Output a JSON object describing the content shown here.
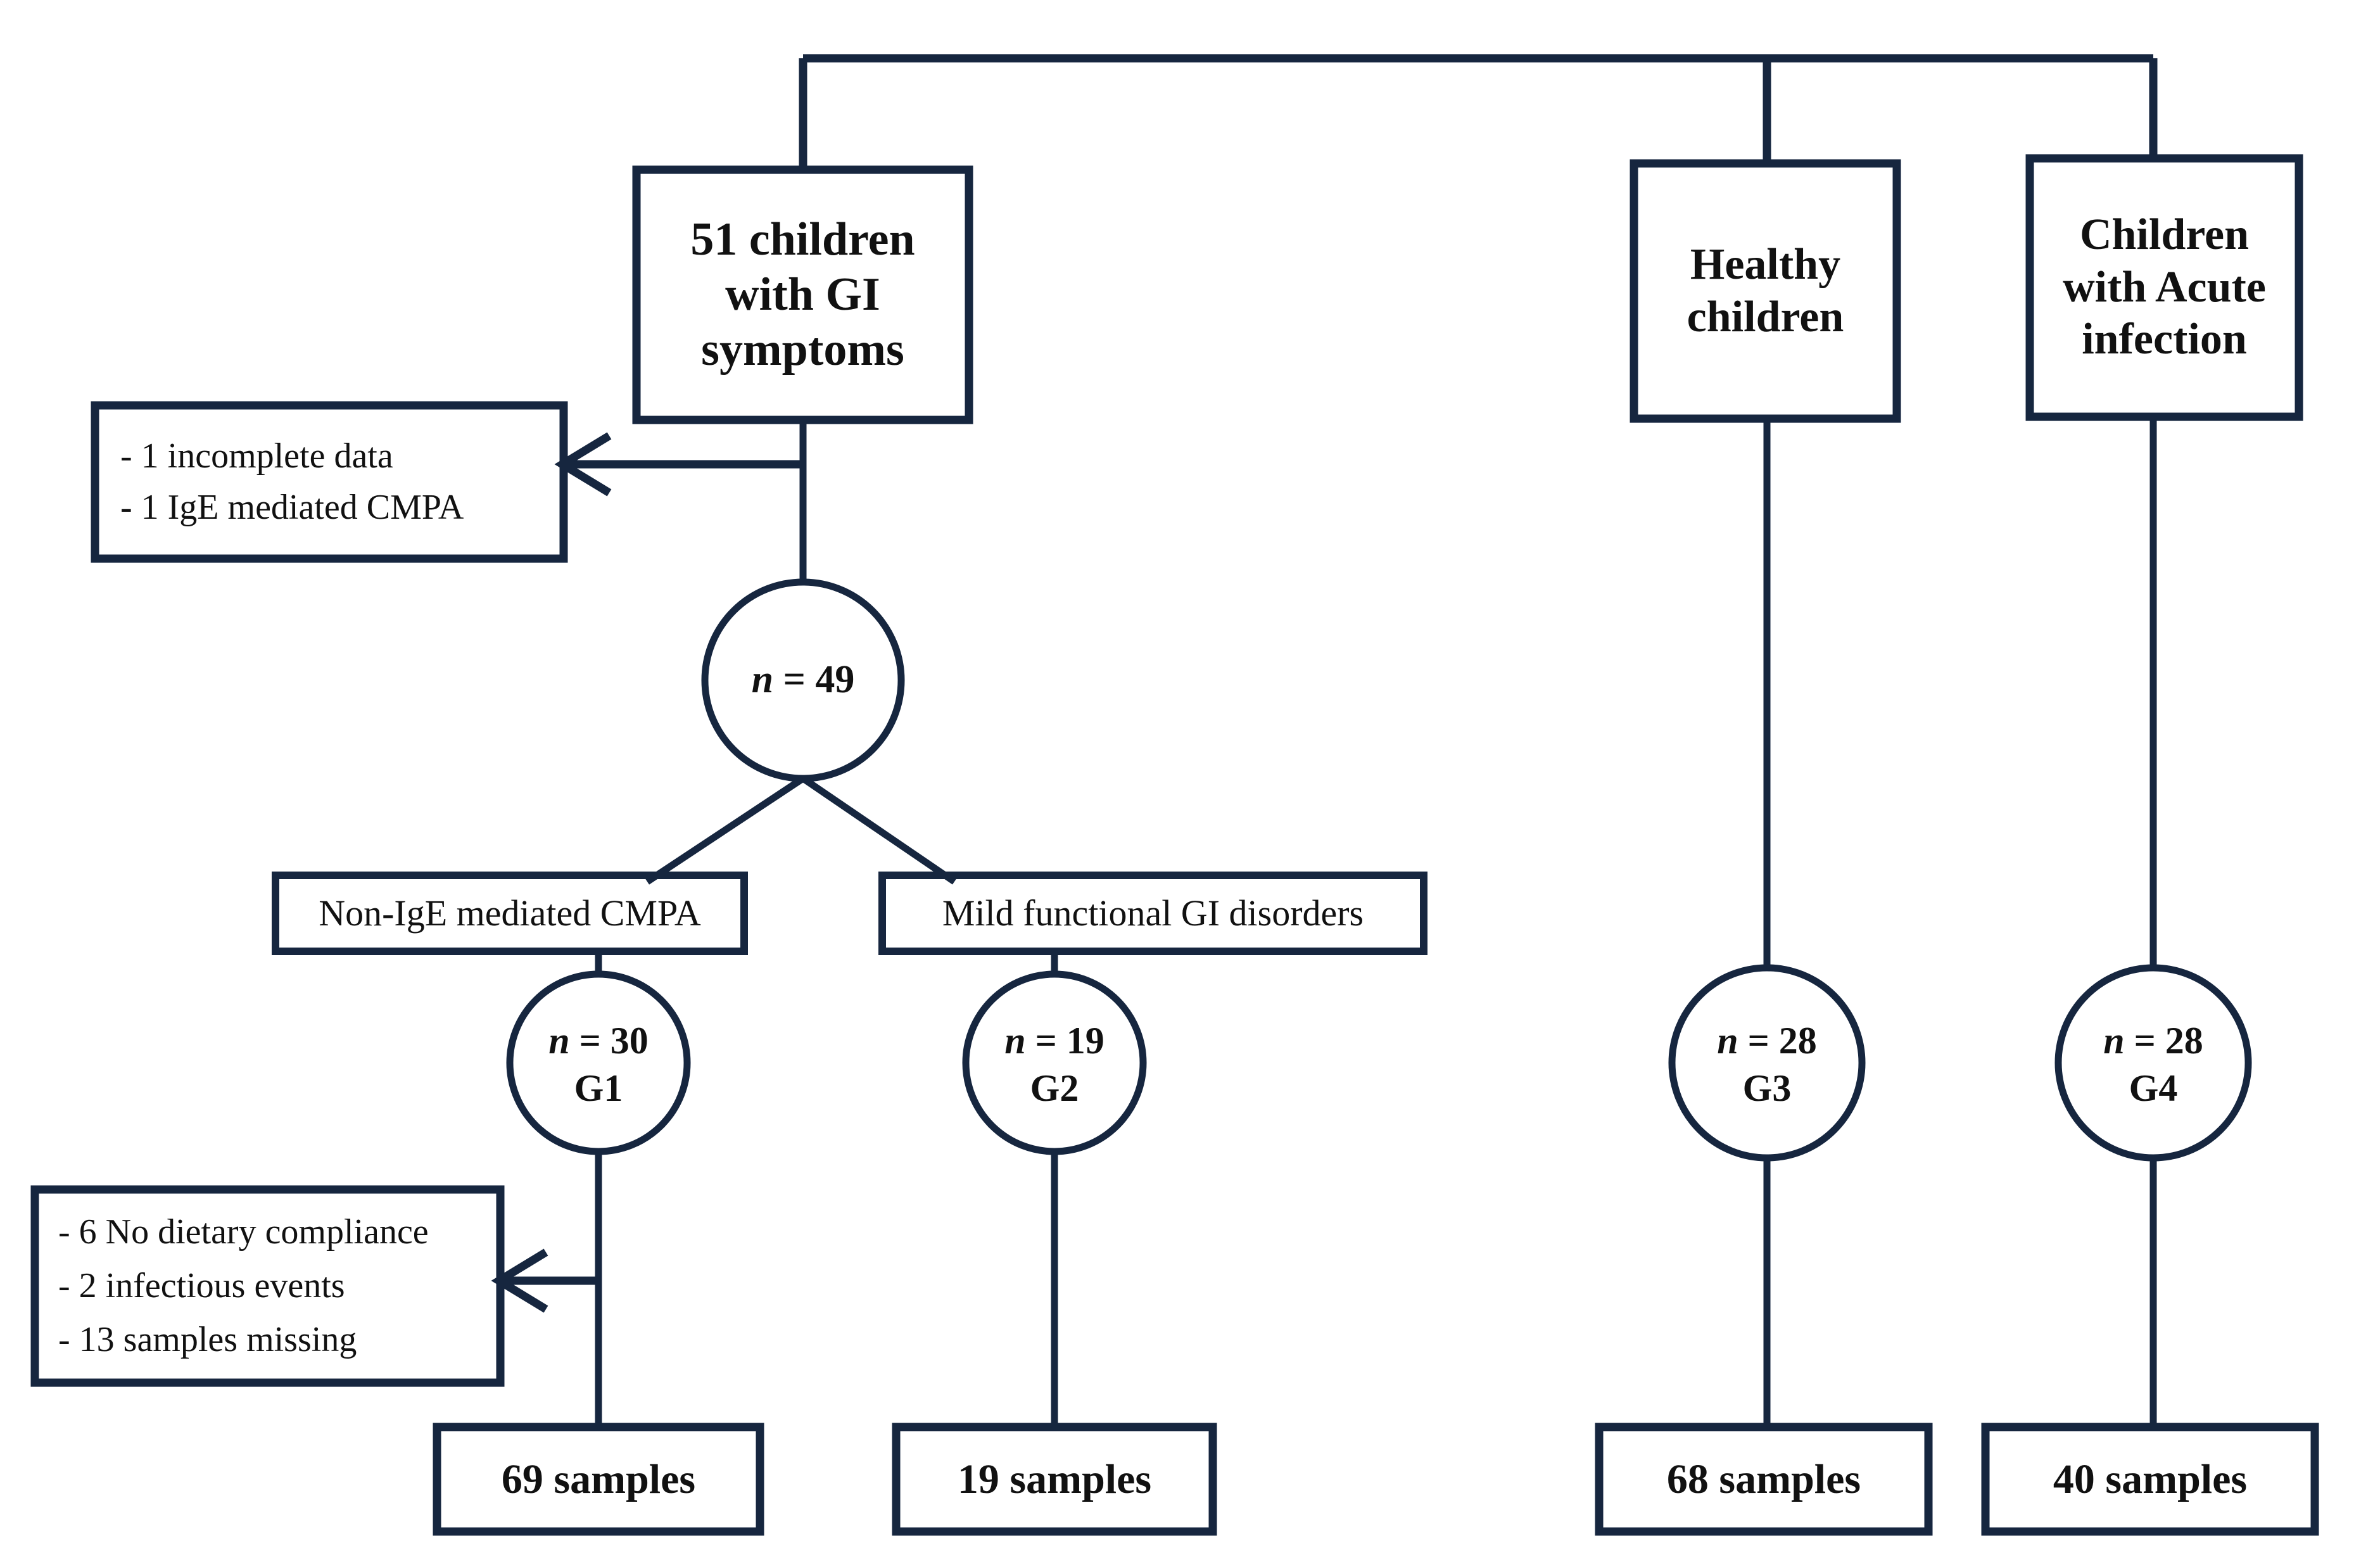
{
  "diagram": {
    "title": "Study population flow diagram",
    "type": "flowchart",
    "stroke_color": "#16263f",
    "background": "#ffffff",
    "text_color": "#111111"
  },
  "nodes": {
    "gi_symptoms": {
      "label_lines": [
        "51 children",
        "with GI",
        "symptoms"
      ],
      "shape": "box",
      "emphasis": "bold"
    },
    "healthy_children": {
      "label_lines": [
        "Healthy",
        "children"
      ],
      "shape": "box",
      "emphasis": "bold"
    },
    "acute_infection": {
      "label_lines": [
        "Children",
        "with Acute",
        "infection"
      ],
      "shape": "box",
      "emphasis": "bold"
    },
    "exclusion_top": {
      "label_lines": [
        "- 1 incomplete data",
        "- 1 IgE mediated CMPA"
      ],
      "shape": "box",
      "emphasis": "regular"
    },
    "exclusion_bottom": {
      "label_lines": [
        "- 6 No dietary compliance",
        "- 2 infectious events",
        "- 13 samples missing"
      ],
      "shape": "box",
      "emphasis": "regular"
    },
    "cohort_n49": {
      "label_lines": [
        "n = 49"
      ],
      "n_value": 49,
      "shape": "circle",
      "emphasis": "bold"
    },
    "non_ige_cmpa": {
      "label_lines": [
        "Non-IgE mediated CMPA"
      ],
      "shape": "box",
      "emphasis": "regular"
    },
    "mild_functional": {
      "label_lines": [
        "Mild functional GI disorders"
      ],
      "shape": "box",
      "emphasis": "regular"
    },
    "group_g1": {
      "label_lines": [
        "n = 30",
        "G1"
      ],
      "n_value": 30,
      "group": "G1",
      "shape": "circle",
      "emphasis": "bold"
    },
    "group_g2": {
      "label_lines": [
        "n = 19",
        "G2"
      ],
      "n_value": 19,
      "group": "G2",
      "shape": "circle",
      "emphasis": "bold"
    },
    "group_g3": {
      "label_lines": [
        "n = 28",
        "G3"
      ],
      "n_value": 28,
      "group": "G3",
      "shape": "circle",
      "emphasis": "bold"
    },
    "group_g4": {
      "label_lines": [
        "n = 28",
        "G4"
      ],
      "n_value": 28,
      "group": "G4",
      "shape": "circle",
      "emphasis": "bold"
    },
    "samples_g1": {
      "label_lines": [
        "69 samples"
      ],
      "count": 69,
      "shape": "box",
      "emphasis": "bold"
    },
    "samples_g2": {
      "label_lines": [
        "19 samples"
      ],
      "count": 19,
      "shape": "box",
      "emphasis": "bold"
    },
    "samples_g3": {
      "label_lines": [
        "68 samples"
      ],
      "count": 68,
      "shape": "box",
      "emphasis": "bold"
    },
    "samples_g4": {
      "label_lines": [
        "40 samples"
      ],
      "count": 40,
      "shape": "box",
      "emphasis": "bold"
    }
  },
  "text": {
    "gi_l1": "51 children",
    "gi_l2": "with GI",
    "gi_l3": "symptoms",
    "healthy_l1": "Healthy",
    "healthy_l2": "children",
    "acute_l1": "Children",
    "acute_l2": "with Acute",
    "acute_l3": "infection",
    "excl_top_l1": "- 1 incomplete data",
    "excl_top_l2": "- 1 IgE mediated CMPA",
    "excl_bot_l1": "- 6 No dietary compliance",
    "excl_bot_l2": "- 2 infectious events",
    "excl_bot_l3": "- 13 samples missing",
    "n49_eq": "= 49",
    "non_ige": "Non-IgE mediated CMPA",
    "mild_func": "Mild functional GI disorders",
    "g1_eq": "= 30",
    "g1_label": "G1",
    "g2_eq": "= 19",
    "g2_label": "G2",
    "g3_eq": "= 28",
    "g3_label": "G3",
    "g4_eq": "= 28",
    "g4_label": "G4",
    "n_italic": "n",
    "samples_g1": "69 samples",
    "samples_g2": "19 samples",
    "samples_g3": "68 samples",
    "samples_g4": "40 samples"
  }
}
